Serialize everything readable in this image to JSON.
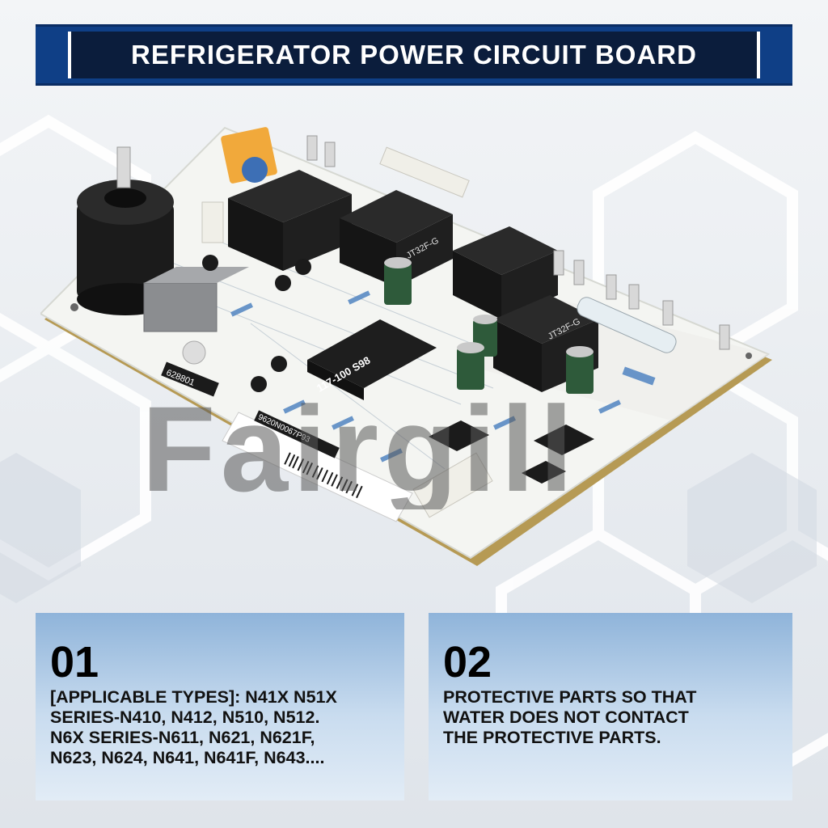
{
  "banner": {
    "title": "REFRIGERATOR POWER CIRCUIT BOARD"
  },
  "watermark": {
    "text": "Fairgill"
  },
  "board": {
    "markings": {
      "ic_label": "117-100 S98",
      "lot_label": "628801",
      "relay_label_1": "JT32F-G",
      "relay_label_2": "JT32F-G",
      "serial_label": "9620N0067P93"
    }
  },
  "features": [
    {
      "number": "01",
      "lines": [
        "[APPLICABLE TYPES]: N41X N51X",
        "SERIES-N410, N412, N510, N512.",
        "N6X SERIES-N611, N621, N621F,",
        "N623, N624, N641, N641F, N643...."
      ]
    },
    {
      "number": "02",
      "lines": [
        "PROTECTIVE PARTS SO THAT",
        "WATER DOES NOT CONTACT",
        "THE PROTECTIVE PARTS."
      ]
    }
  ],
  "colors": {
    "banner_blue": "#0f3f86",
    "banner_dark": "#0b1d3c",
    "board_white": "#f4f5f2",
    "component_black": "#1b1b1b",
    "capacitor_green": "#2e5a3a",
    "fuse_orange": "#f1a93b"
  }
}
